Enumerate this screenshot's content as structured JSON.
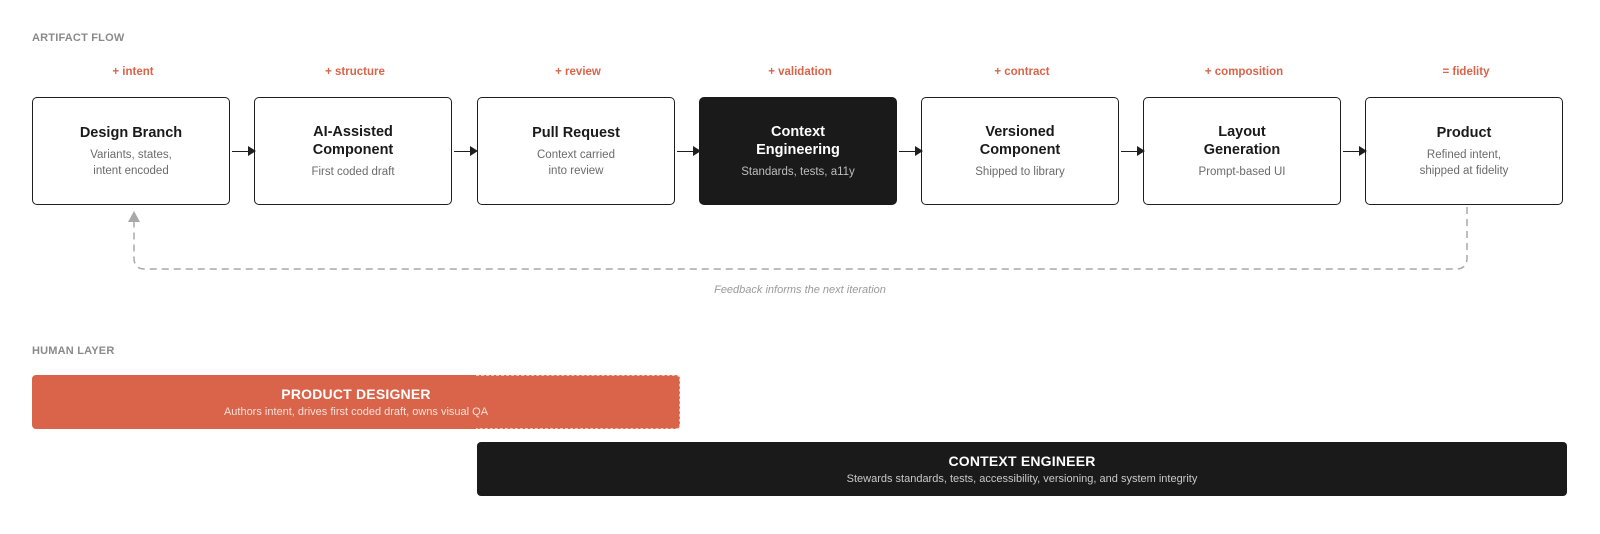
{
  "sections": {
    "artifact_flow_label": "ARTIFACT FLOW",
    "human_layer_label": "HUMAN LAYER"
  },
  "stages": [
    {
      "tag": "+ intent",
      "title": "Design Branch",
      "subtitle": "Variants, states,\nintent encoded",
      "dark": false
    },
    {
      "tag": "+ structure",
      "title": "AI-Assisted\nComponent",
      "subtitle": "First coded draft",
      "dark": false
    },
    {
      "tag": "+ review",
      "title": "Pull Request",
      "subtitle": "Context carried\ninto review",
      "dark": false
    },
    {
      "tag": "+ validation",
      "title": "Context\nEngineering",
      "subtitle": "Standards, tests, a11y",
      "dark": true
    },
    {
      "tag": "+ contract",
      "title": "Versioned\nComponent",
      "subtitle": "Shipped to library",
      "dark": false
    },
    {
      "tag": "+ composition",
      "title": "Layout\nGeneration",
      "subtitle": "Prompt-based UI",
      "dark": false
    },
    {
      "tag": "= fidelity",
      "title": "Product",
      "subtitle": "Refined intent,\nshipped at fidelity",
      "dark": false
    }
  ],
  "feedback": {
    "label": "Feedback informs the next iteration"
  },
  "roles": {
    "product_designer": {
      "title": "PRODUCT DESIGNER",
      "description": "Authors intent, drives first coded draft, owns visual QA"
    },
    "context_engineer": {
      "title": "CONTEXT ENGINEER",
      "description": "Stewards standards, tests, accessibility, versioning, and system integrity"
    }
  },
  "colors": {
    "accent": "#d9644a",
    "dark": "#1a1a1a",
    "muted": "#8a8a8a"
  }
}
